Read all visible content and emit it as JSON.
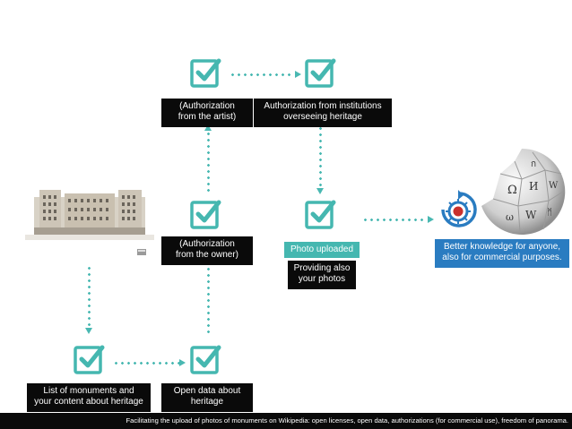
{
  "colors": {
    "accent": "#45b7b0",
    "label_bg": "#0a0a0a",
    "knowledge_bg": "#2a7cc1"
  },
  "icons": [
    "check-icon",
    "commons-logo-icon",
    "wikipedia-globe-icon",
    "building-photo"
  ],
  "nodes": {
    "artist": {
      "line1": "(Authorization",
      "line2": "from the artist)"
    },
    "institutions": {
      "line1": "Authorization from institutions",
      "line2": "overseeing heritage"
    },
    "owner": {
      "line1": "(Authorization",
      "line2": "from the owner)"
    },
    "photo_uploaded": "Photo uploaded",
    "providing": {
      "line1": "Providing also",
      "line2": "your photos"
    },
    "knowledge": {
      "line1": "Better knowledge for anyone,",
      "line2": "also for commercial purposes."
    },
    "list": {
      "line1": "List of monuments and",
      "line2": "your content about heritage"
    },
    "opendata": {
      "line1": "Open data about",
      "line2": "heritage"
    }
  },
  "footer": "Facilitating the upload of photos of monuments on Wikipedia: open licenses, open data, authorizations (for commercial use), freedom of panorama."
}
